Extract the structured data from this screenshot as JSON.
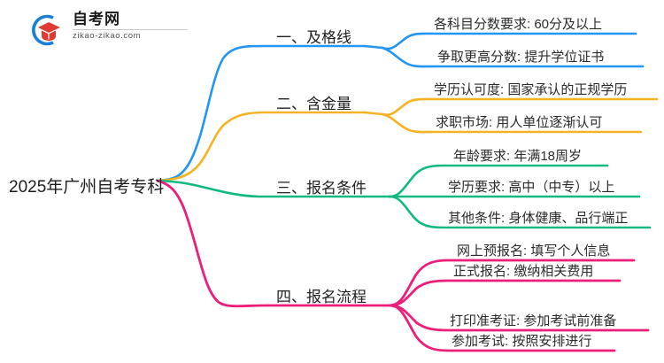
{
  "logo": {
    "name": "自考网",
    "url": "zikao-zikao.com",
    "mark_colors": {
      "arc": "#1a7fd4",
      "cap": "#e03a34"
    }
  },
  "mindmap": {
    "root": {
      "label": "2025年广州自考专科"
    },
    "branches": [
      {
        "label": "一、及格线",
        "color": "#2196f3",
        "children": [
          {
            "label": "各科目分数要求: 60分及以上"
          },
          {
            "label": "争取更高分数: 提升学位证书"
          }
        ]
      },
      {
        "label": "二、含金量",
        "color": "#f5b324",
        "children": [
          {
            "label": "学历认可度: 国家承认的正规学历"
          },
          {
            "label": "求职市场: 用人单位逐渐认可"
          }
        ]
      },
      {
        "label": "三、报名条件",
        "color": "#10b981",
        "children": [
          {
            "label": "年龄要求: 年满18周岁"
          },
          {
            "label": "学历要求: 高中（中专）以上"
          },
          {
            "label": "其他条件: 身体健康、品行端正"
          }
        ]
      },
      {
        "label": "四、报名流程",
        "color": "#ec1e79",
        "children": [
          {
            "label": "网上预报名: 填写个人信息"
          },
          {
            "label": "正式报名: 缴纳相关费用"
          },
          {
            "label": "打印准考证: 参加考试前准备"
          },
          {
            "label": "参加考试: 按照安排进行"
          }
        ]
      }
    ]
  }
}
